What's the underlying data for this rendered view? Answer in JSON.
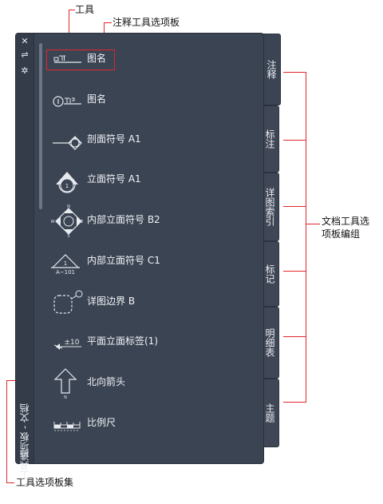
{
  "callouts": {
    "tool": "工具",
    "annotation_palette": "注释工具选项板",
    "doc_group": "文档工具选\n项板编组",
    "palette_set": "工具选项板集"
  },
  "window": {
    "title": "工具选项板 - 文档",
    "close_glyph": "✕",
    "pin_glyph": "⇌",
    "settings_glyph": "✲",
    "menu_glyph": "▤"
  },
  "tools": [
    {
      "label": "图名",
      "icon": "view-title-icon"
    },
    {
      "label": "图名",
      "icon": "view-title-circle-icon"
    },
    {
      "label": "剖面符号 A1",
      "icon": "section-symbol-icon"
    },
    {
      "label": "立面符号 A1",
      "icon": "elevation-symbol-icon"
    },
    {
      "label": "内部立面符号 B2",
      "icon": "interior-elevation-b2-icon"
    },
    {
      "label": "内部立面符号 C1",
      "icon": "interior-elevation-c1-icon"
    },
    {
      "label": "详图边界 B",
      "icon": "detail-boundary-icon"
    },
    {
      "label": "平面立面标签(1)",
      "icon": "plan-elevation-label-icon"
    },
    {
      "label": "北向箭头",
      "icon": "north-arrow-icon"
    },
    {
      "label": "比例尺",
      "icon": "scale-bar-icon"
    }
  ],
  "icon_text": {
    "north_n": "N",
    "north_w": "W",
    "north_e": "E",
    "north_s": "S",
    "elev_a101": "A−101",
    "elev_one": "1",
    "elev_value": "±10"
  },
  "tabs": [
    {
      "label": "注释",
      "active": true
    },
    {
      "label": "标注",
      "active": false
    },
    {
      "label": "详图索引",
      "active": false
    },
    {
      "label": "标记",
      "active": false
    },
    {
      "label": "明细表",
      "active": false
    },
    {
      "label": "主题",
      "active": false
    }
  ],
  "colors": {
    "panel": "#3b4453",
    "callout_line": "#e0262c",
    "text": "#f2f4f7"
  }
}
